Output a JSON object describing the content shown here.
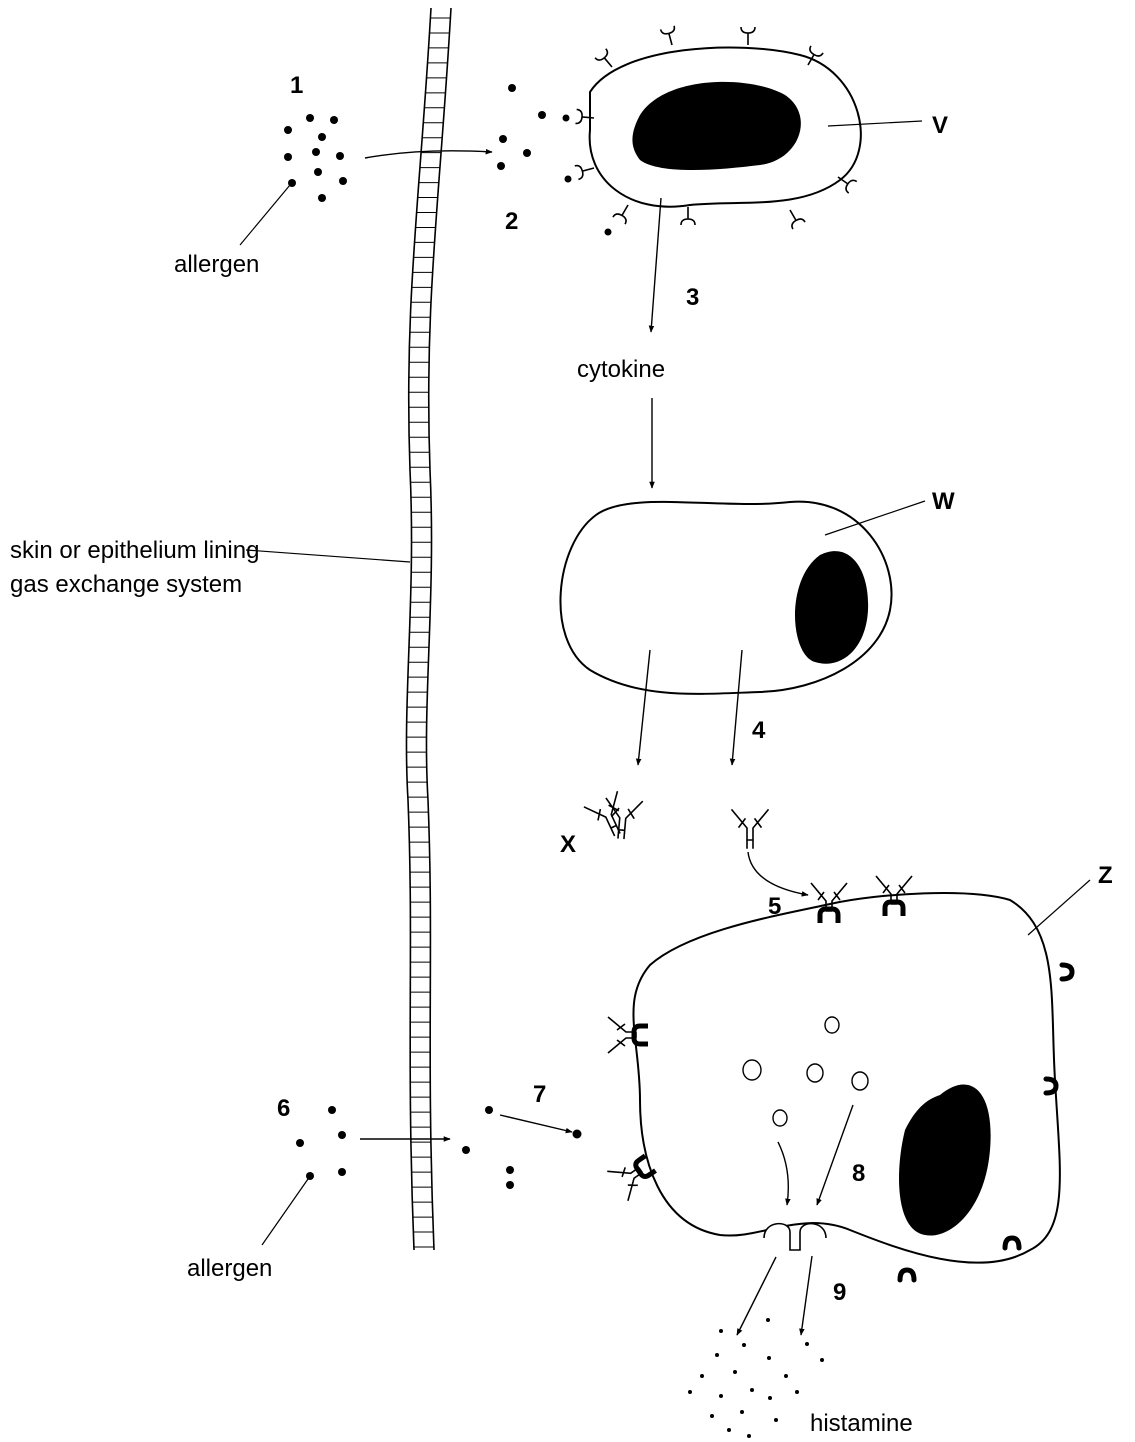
{
  "labels": {
    "allergen_top": "allergen",
    "allergen_bottom": "allergen",
    "cytokine": "cytokine",
    "histamine": "histamine",
    "skin": "skin or epithelium lining gas exchange system"
  },
  "steps": {
    "s1": "1",
    "s2": "2",
    "s3": "3",
    "s4": "4",
    "s5": "5",
    "s6": "6",
    "s7": "7",
    "s8": "8",
    "s9": "9"
  },
  "cells": {
    "v": "V",
    "w": "W",
    "x": "X",
    "z": "Z"
  },
  "colors": {
    "ink": "#000000",
    "paper": "#ffffff"
  }
}
